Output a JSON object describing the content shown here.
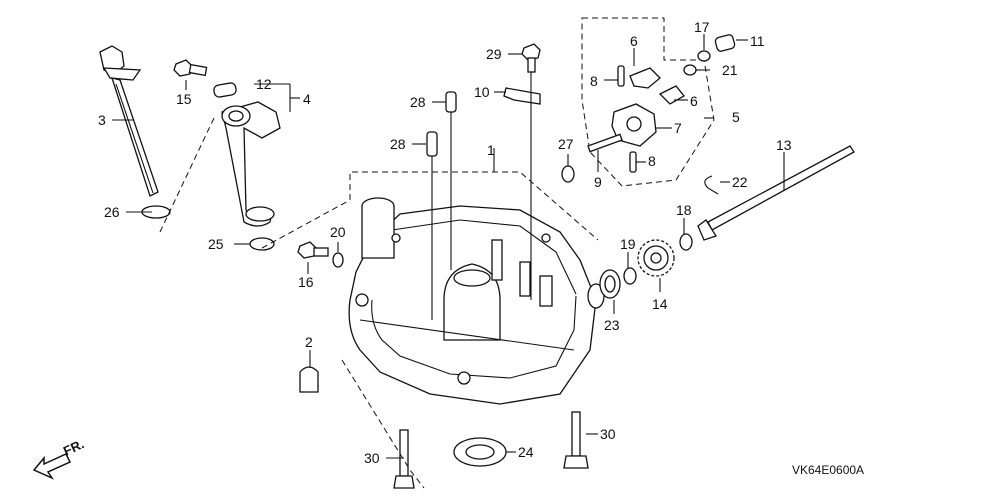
{
  "diagram": {
    "code": "VK64E0600A",
    "direction_label": "FR."
  },
  "callouts": [
    {
      "id": "1",
      "text": "1"
    },
    {
      "id": "2",
      "text": "2"
    },
    {
      "id": "3",
      "text": "3"
    },
    {
      "id": "4",
      "text": "4"
    },
    {
      "id": "5",
      "text": "5"
    },
    {
      "id": "6a",
      "text": "6"
    },
    {
      "id": "6b",
      "text": "6"
    },
    {
      "id": "7",
      "text": "7"
    },
    {
      "id": "8a",
      "text": "8"
    },
    {
      "id": "8b",
      "text": "8"
    },
    {
      "id": "9",
      "text": "9"
    },
    {
      "id": "10",
      "text": "10"
    },
    {
      "id": "11",
      "text": "11"
    },
    {
      "id": "12",
      "text": "12"
    },
    {
      "id": "13",
      "text": "13"
    },
    {
      "id": "14",
      "text": "14"
    },
    {
      "id": "15",
      "text": "15"
    },
    {
      "id": "16",
      "text": "16"
    },
    {
      "id": "17",
      "text": "17"
    },
    {
      "id": "18",
      "text": "18"
    },
    {
      "id": "19",
      "text": "19"
    },
    {
      "id": "20",
      "text": "20"
    },
    {
      "id": "21",
      "text": "21"
    },
    {
      "id": "22",
      "text": "22"
    },
    {
      "id": "23",
      "text": "23"
    },
    {
      "id": "24",
      "text": "24"
    },
    {
      "id": "25",
      "text": "25"
    },
    {
      "id": "26",
      "text": "26"
    },
    {
      "id": "27",
      "text": "27"
    },
    {
      "id": "28a",
      "text": "28"
    },
    {
      "id": "28b",
      "text": "28"
    },
    {
      "id": "29",
      "text": "29"
    },
    {
      "id": "30a",
      "text": "30"
    },
    {
      "id": "30b",
      "text": "30"
    }
  ]
}
